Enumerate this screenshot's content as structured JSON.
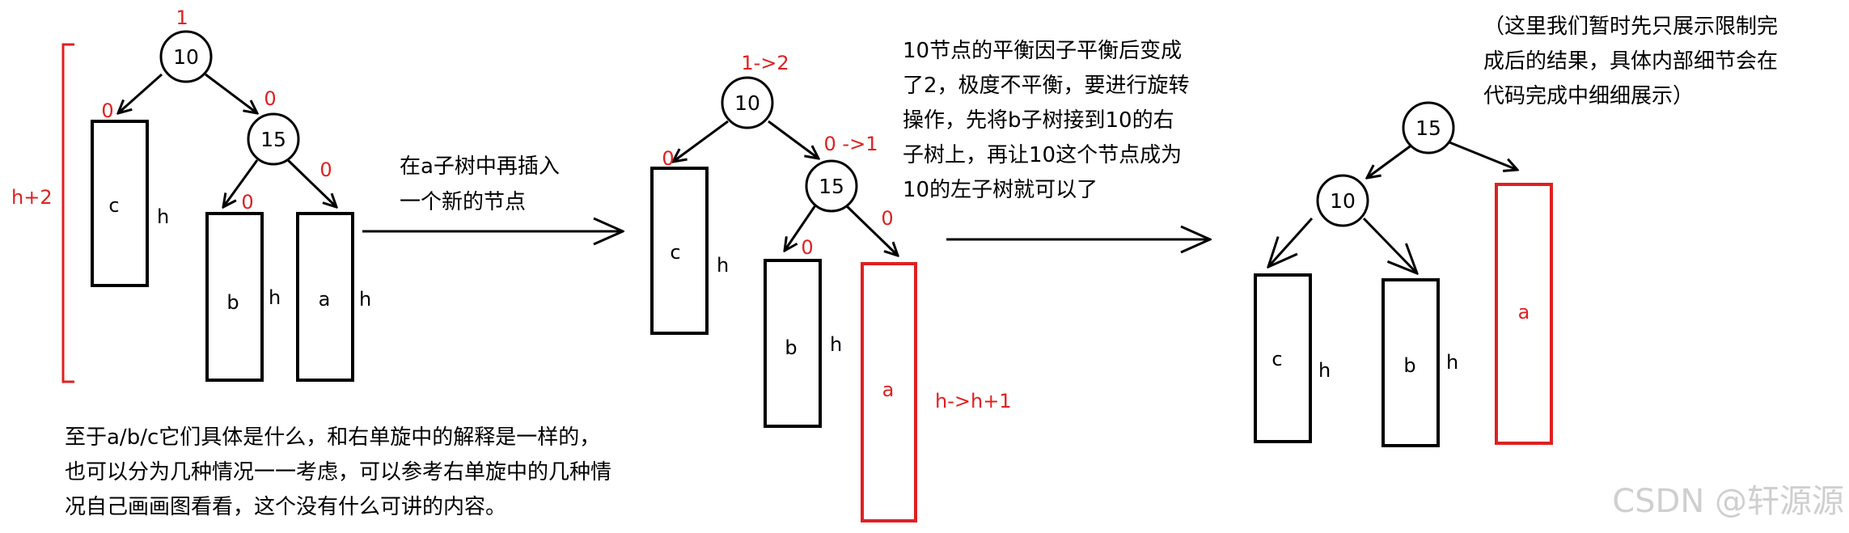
{
  "colors": {
    "ink": "#000000",
    "red": "#e02020",
    "watermark": "#cfcfcf"
  },
  "before": {
    "root": {
      "label": "10",
      "balance": "1"
    },
    "child": {
      "label": "15",
      "balance": "0"
    },
    "c": {
      "label": "c",
      "height": "h",
      "balance": "0"
    },
    "b": {
      "label": "b",
      "height": "h",
      "balance": "0"
    },
    "a": {
      "label": "a",
      "height": "h",
      "balance": "0"
    },
    "total_height": "h+2"
  },
  "arrow1": {
    "line1": "在a子树中再插入",
    "line2": "一个新的节点"
  },
  "middle": {
    "root": {
      "label": "10",
      "balance": "1->2"
    },
    "child": {
      "label": "15",
      "balance": "0 ->1"
    },
    "c": {
      "label": "c",
      "height": "h",
      "balance": "0"
    },
    "b": {
      "label": "b",
      "height": "h",
      "balance": "0"
    },
    "a": {
      "label": "a",
      "height": "h->h+1",
      "balance": "0"
    }
  },
  "explanation": {
    "lines": [
      "10节点的平衡因子平衡后变成",
      "了2，极度不平衡，要进行旋转",
      "操作，先将b子树接到10的右",
      "子树上，再让10这个节点成为",
      "10的左子树就可以了"
    ]
  },
  "after": {
    "root": {
      "label": "15"
    },
    "left": {
      "label": "10"
    },
    "c": {
      "label": "c",
      "height": "h"
    },
    "b": {
      "label": "b",
      "height": "h"
    },
    "a": {
      "label": "a"
    }
  },
  "note_top_right": {
    "lines": [
      "（这里我们暂时先只展示限制完",
      "成后的结果，具体内部细节会在",
      "代码完成中细细展示）"
    ]
  },
  "note_bottom": {
    "lines": [
      "至于a/b/c它们具体是什么，和右单旋中的解释是一样的，",
      "也可以分为几种情况一一考虑，可以参考右单旋中的几种情",
      "况自己画画图看看，这个没有什么可讲的内容。"
    ]
  },
  "watermark": "CSDN @轩源源"
}
